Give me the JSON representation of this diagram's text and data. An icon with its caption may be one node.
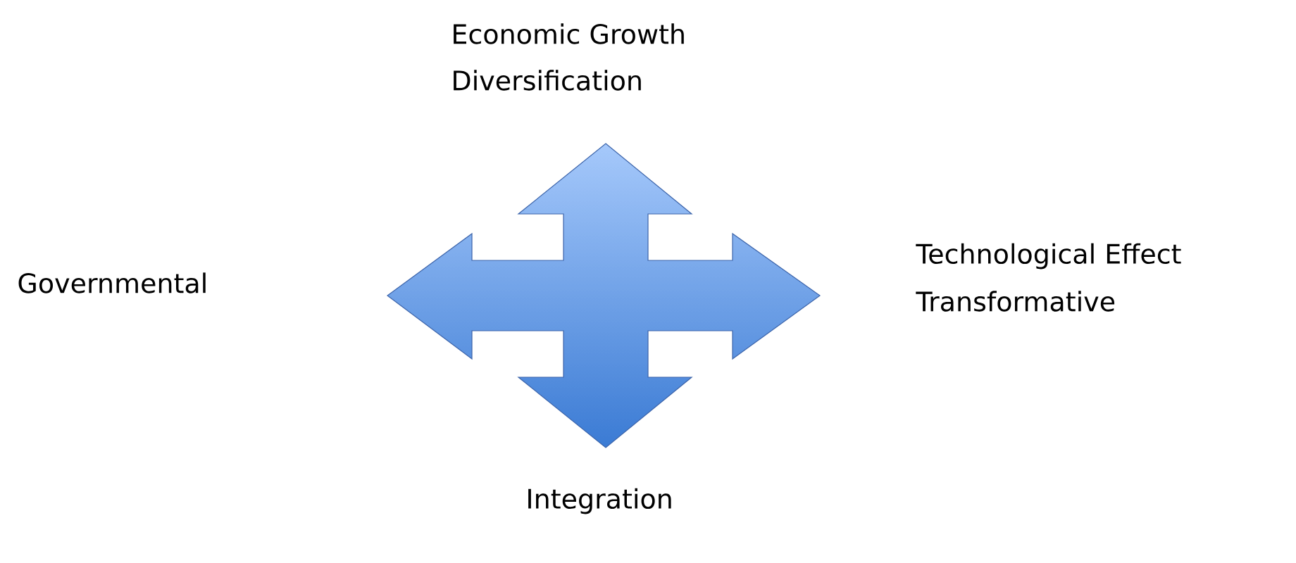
{
  "diagram": {
    "labels": [
      "Economic Growth",
      "Diversification",
      "Governmental",
      "Technological Effect",
      "Transformative",
      "Integration"
    ]
  }
}
